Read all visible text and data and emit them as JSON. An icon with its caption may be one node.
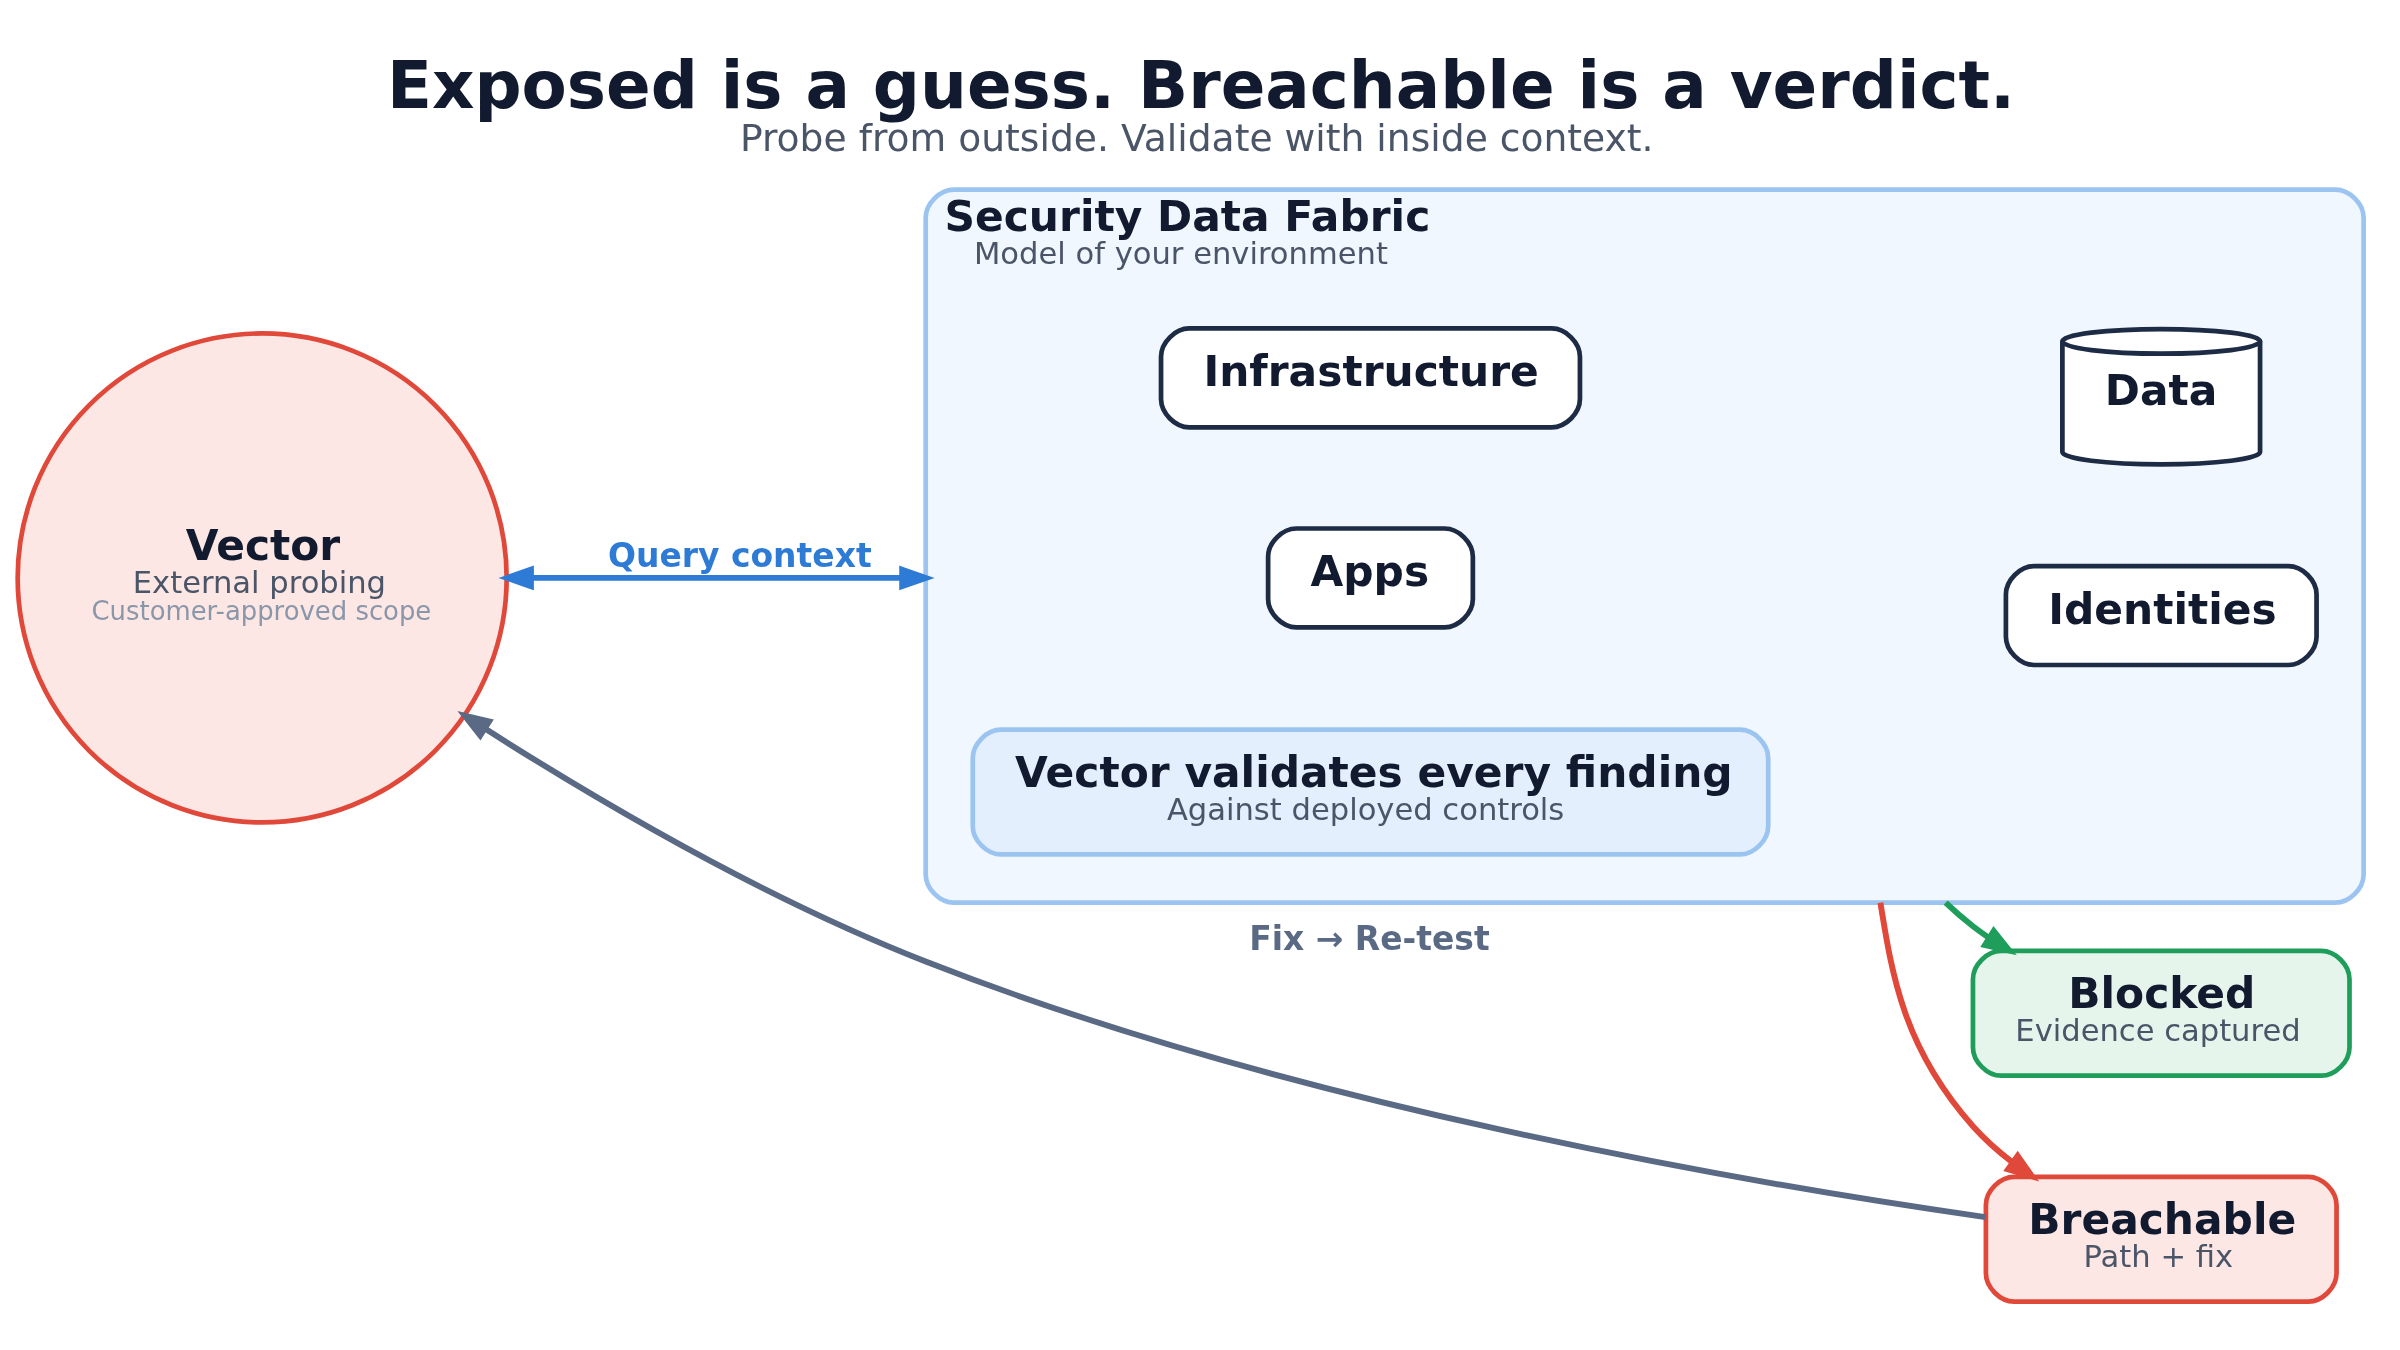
{
  "diagram": {
    "title": "Exposed is a guess. Breachable is a verdict.",
    "caption": "Probe from outside. Validate with inside context.",
    "nodes": [
      {
        "text": [
          "Vector",
          "External probing",
          "Customer-approved scope"
        ]
      },
      {
        "text": [
          "Security Data Fabric",
          "Model of your environment"
        ]
      },
      {
        "text": [
          "Apps"
        ],
        "in": 1
      },
      {
        "text": [
          "Identities"
        ],
        "in": 1
      },
      {
        "text": [
          "Infrastructure"
        ],
        "in": 1
      },
      {
        "text": [
          "Data"
        ],
        "in": 1
      },
      {
        "text": [
          "Vector validates every finding",
          "Against deployed controls"
        ],
        "in": 1
      },
      {
        "text": [
          "Blocked",
          "Evidence captured"
        ]
      },
      {
        "text": [
          "Breachable",
          "Path + fix"
        ]
      }
    ],
    "edges": [
      {
        "from": 0,
        "to": 1,
        "arrow": "both",
        "label": "Query context",
        "color": "#2e7bd6"
      },
      {
        "from": 1,
        "to": 7,
        "arrow": "to",
        "color": "#1e9e5a"
      },
      {
        "from": 1,
        "to": 8,
        "arrow": "to",
        "color": "#e0483a"
      },
      {
        "from": 8,
        "to": 0,
        "arrow": "to",
        "label": "Fix → Re-test",
        "color": "#5a6a85"
      }
    ]
  }
}
